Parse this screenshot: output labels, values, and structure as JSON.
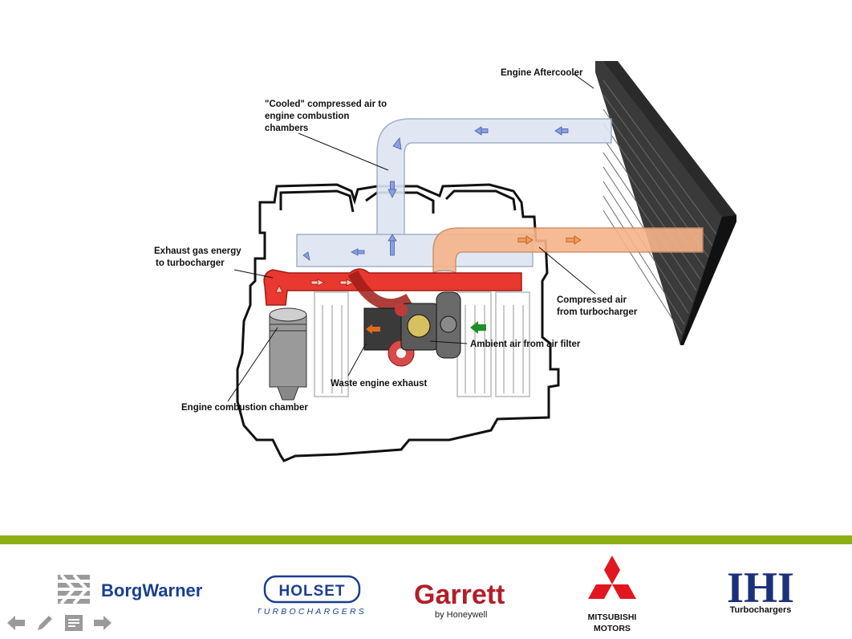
{
  "diagram": {
    "labels": {
      "aftercooler": "Engine Aftercooler",
      "cooled_air_1": "\"Cooled\" compressed air to",
      "cooled_air_2": "engine combustion",
      "cooled_air_3": "chambers",
      "exhaust_energy_1": "Exhaust gas energy",
      "exhaust_energy_2": "to turbocharger",
      "compressed_air_1": "Compressed air",
      "compressed_air_2": "from turbocharger",
      "ambient_air": "Ambient air from air filter",
      "waste_exhaust": "Waste engine exhaust",
      "combustion_chamber": "Engine combustion chamber"
    },
    "colors": {
      "cool_air": "#dde5f2",
      "hot_exhaust": "#e8382f",
      "compressed_air": "#f6b48a",
      "ambient_arrow": "#1f8f2a",
      "accent_bar": "#8cb016"
    }
  },
  "logos": {
    "borgwarner": "BorgWarner",
    "holset_title": "HOLSET",
    "holset_sub": "TURBOCHARGERS",
    "garrett_title": "Garrett",
    "garrett_sub": "by Honeywell",
    "mitsubishi_1": "MITSUBISHI",
    "mitsubishi_2": "MOTORS",
    "ihi_title": "IHI",
    "ihi_sub": "Turbochargers"
  },
  "nav": {
    "icons": [
      "arrow-left-icon",
      "pencil-icon",
      "notes-icon",
      "arrow-right-icon"
    ]
  }
}
